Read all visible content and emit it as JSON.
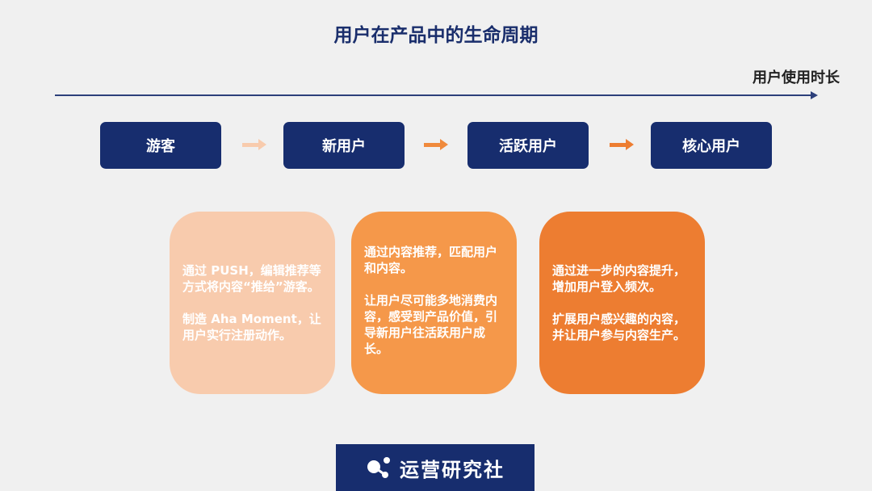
{
  "title": "用户在产品中的生命周期",
  "axis_label": "用户使用时长",
  "stages": [
    "游客",
    "新用户",
    "活跃用户",
    "核心用户"
  ],
  "colors": {
    "navy": "#172d6e",
    "card1": "#f8cbad",
    "card2": "#f5984a",
    "card3": "#ed7d31"
  },
  "cards": [
    {
      "paragraphs": [
        "通过 PUSH，编辑推荐等方式将内容“推给”游客。",
        "制造 Aha Moment，让用户实行注册动作。"
      ]
    },
    {
      "paragraphs": [
        "通过内容推荐，匹配用户和内容。",
        "让用户尽可能多地消费内容，感受到产品价值，引导新用户往活跃用户成长。"
      ]
    },
    {
      "paragraphs": [
        "通过进一步的内容提升，增加用户登入频次。",
        "扩展用户感兴趣的内容，并让用户参与内容生产。"
      ]
    }
  ],
  "logo": {
    "text": "运营研究社",
    "icon": "molecule-icon"
  }
}
